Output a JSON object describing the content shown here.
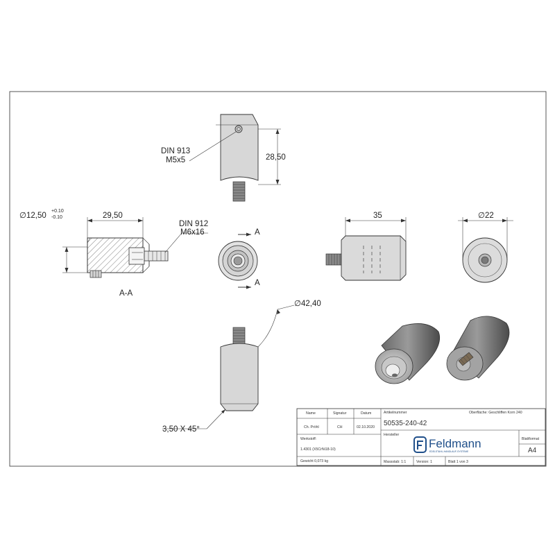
{
  "views": {
    "top": {
      "screw_label_1": "DIN 913",
      "screw_label_2": "M5x5",
      "height_dim": "28,50"
    },
    "section": {
      "diameter_dim": "∅12,50",
      "tol_upper": "+0.10",
      "tol_lower": "-0.10",
      "length_dim": "29,50",
      "screw_label_1": "DIN 912",
      "screw_label_2": "M6x16",
      "section_label": "A-A"
    },
    "front": {
      "cut_label_top": "A",
      "cut_label_bottom": "A"
    },
    "side": {
      "length_dim": "35"
    },
    "end": {
      "diameter_dim": "∅22"
    },
    "bottom": {
      "radius_dim": "∅42,40",
      "chamfer_dim": "3,50 X 45°"
    }
  },
  "title_block": {
    "col_name": "Name",
    "col_signature": "Signatur",
    "col_date": "Datum",
    "checked_by": "Ch. Pröhl",
    "signature": "CH",
    "date": "02.10.2020",
    "material_label": "Werkstoff:",
    "material": "1.4301 (X5CrNi18-10)",
    "weight": "Gewicht 0,073 kg",
    "article_label": "Artikelnummer",
    "article_number": "50535-240-42",
    "surface": "Oberfläche:  Geschliffen Korn 240",
    "manufacturer_label": "Hersteller",
    "company": "Feldmann",
    "company_tagline": "EDELSTAHL-HANDLAUF-SYSTEME",
    "format_label": "Blattformat",
    "format": "A4",
    "scale": "Massstab: 1:1",
    "version": "Version: 1",
    "sheet": "Blatt 1 von 3"
  }
}
